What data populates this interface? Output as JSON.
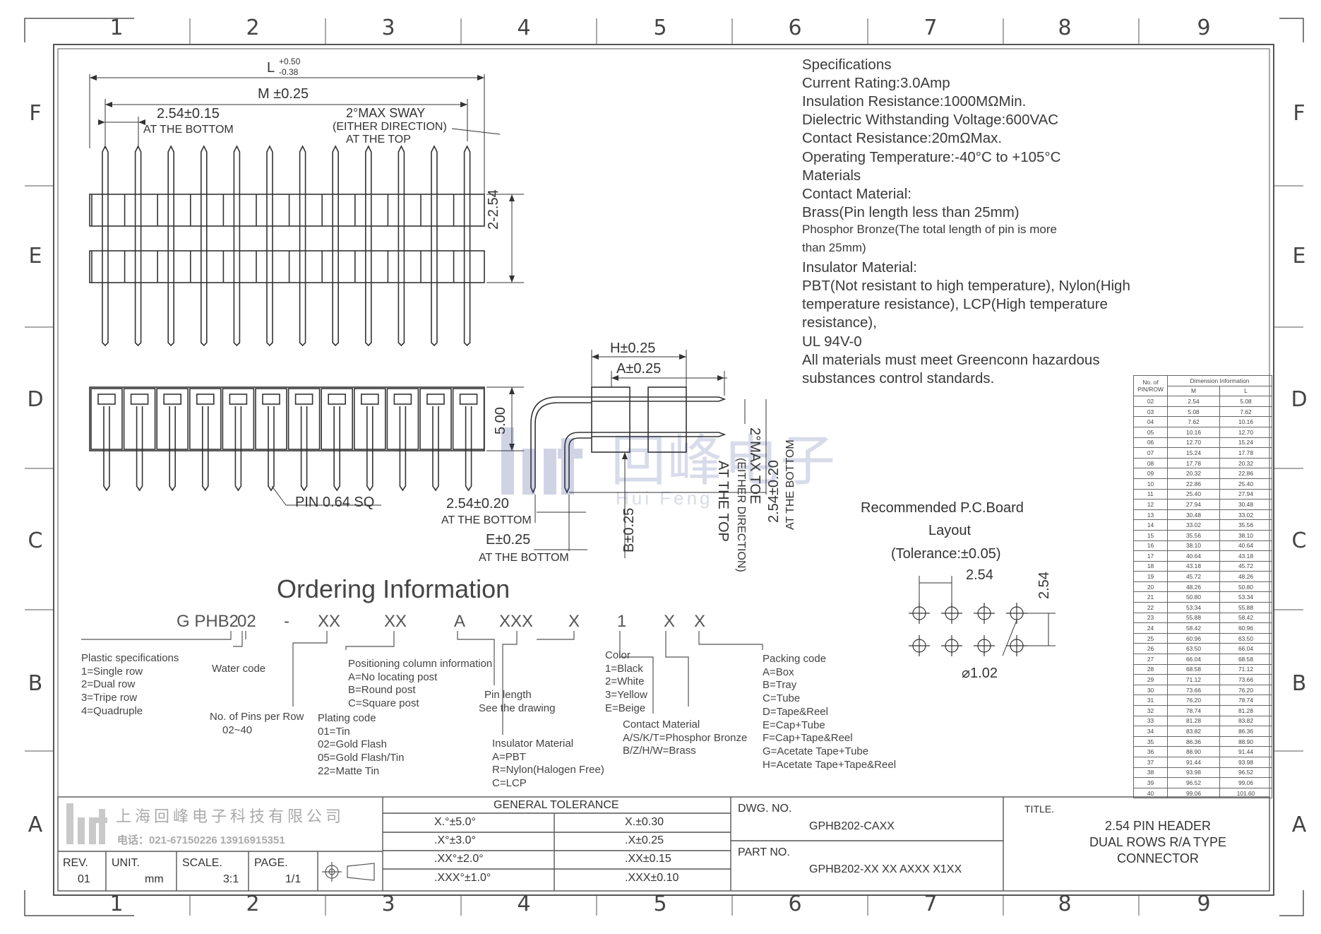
{
  "zones": {
    "columns": [
      "1",
      "2",
      "3",
      "4",
      "5",
      "6",
      "7",
      "8",
      "9"
    ],
    "rows": [
      "F",
      "E",
      "D",
      "C",
      "B",
      "A"
    ]
  },
  "specifications": [
    "Specifications",
    "Current Rating:3.0Amp",
    "Insulation Resistance:1000MΩMin.",
    "Dielectric Withstanding Voltage:600VAC",
    "Contact Resistance:20mΩMax.",
    "Operating Temperature:-40°C to +105°C",
    "Materials",
    "Contact Material:",
    "Brass(Pin length less than 25mm)",
    "Phosphor Bronze(The total length of pin is more",
    "than 25mm)",
    "Insulator Material:",
    "PBT(Not resistant to high temperature),  Nylon(High",
    "temperature resistance), LCP(High temperature",
    "resistance),",
    "UL 94V-0",
    "All materials must meet Greenconn hazardous",
    "substances control standards."
  ],
  "top_view": {
    "L_label": "L",
    "L_tol_plus": "+0.50",
    "L_tol_minus": "-0.38",
    "M_label": "M ±0.25",
    "pitch_label": "2.54±0.15",
    "pitch_note": "AT THE BOTTOM",
    "sway_1": "2°MAX SWAY",
    "sway_2": "(EITHER DIRECTION)",
    "sway_3": "AT THE TOP",
    "row_pitch": "2-2.54"
  },
  "front_view": {
    "height_label": "5.00",
    "pin_label": "PIN 0.64 SQ"
  },
  "side_view": {
    "H_label": "H±0.25",
    "A_label": "A±0.25",
    "pitch_label": "2.54±0.20",
    "pitch_note": "AT THE BOTTOM",
    "E_label": "E±0.25",
    "E_note": "AT THE BOTTOM",
    "B_label": "B±0.25",
    "toe_1": "2°MAX TOE",
    "toe_2": "(EITHER DIRECTION)",
    "toe_3": "AT THE TOP",
    "vpitch_label": "2.54±0.20",
    "vpitch_note": "AT THE BOTTOM"
  },
  "watermark": {
    "cn": "回峰电子",
    "en": "Hui Feng"
  },
  "pcb": {
    "title_1": "Recommended P.C.Board",
    "title_2": "Layout",
    "title_3": "(Tolerance:±0.05)",
    "pitch_h": "2.54",
    "pitch_v": "2.54",
    "hole": "⌀1.02"
  },
  "dim_table": {
    "col1": "No. of PIN/ROW",
    "group": "Dimension Information",
    "colM": "M",
    "colL": "L",
    "rows": [
      [
        "02",
        "2.54",
        "5.08"
      ],
      [
        "03",
        "5.08",
        "7.62"
      ],
      [
        "04",
        "7.62",
        "10.16"
      ],
      [
        "05",
        "10.16",
        "12.70"
      ],
      [
        "06",
        "12.70",
        "15.24"
      ],
      [
        "07",
        "15.24",
        "17.78"
      ],
      [
        "08",
        "17.78",
        "20.32"
      ],
      [
        "09",
        "20.32",
        "22.86"
      ],
      [
        "10",
        "22.86",
        "25.40"
      ],
      [
        "11",
        "25.40",
        "27.94"
      ],
      [
        "12",
        "27.94",
        "30.48"
      ],
      [
        "13",
        "30.48",
        "33.02"
      ],
      [
        "14",
        "33.02",
        "35.56"
      ],
      [
        "15",
        "35.56",
        "38.10"
      ],
      [
        "16",
        "38.10",
        "40.64"
      ],
      [
        "17",
        "40.64",
        "43.18"
      ],
      [
        "18",
        "43.18",
        "45.72"
      ],
      [
        "19",
        "45.72",
        "48.26"
      ],
      [
        "20",
        "48.26",
        "50.80"
      ],
      [
        "21",
        "50.80",
        "53.34"
      ],
      [
        "22",
        "53.34",
        "55.88"
      ],
      [
        "23",
        "55.88",
        "58.42"
      ],
      [
        "24",
        "58.42",
        "60.96"
      ],
      [
        "25",
        "60.96",
        "63.50"
      ],
      [
        "26",
        "63.50",
        "66.04"
      ],
      [
        "27",
        "66.04",
        "68.58"
      ],
      [
        "28",
        "68.58",
        "71.12"
      ],
      [
        "29",
        "71.12",
        "73.66"
      ],
      [
        "30",
        "73.66",
        "76.20"
      ],
      [
        "31",
        "76.20",
        "78.74"
      ],
      [
        "32",
        "78.74",
        "81.28"
      ],
      [
        "33",
        "81.28",
        "83.82"
      ],
      [
        "34",
        "83.82",
        "86.36"
      ],
      [
        "35",
        "86.36",
        "88.90"
      ],
      [
        "36",
        "88.90",
        "91.44"
      ],
      [
        "37",
        "91.44",
        "93.98"
      ],
      [
        "38",
        "93.98",
        "96.52"
      ],
      [
        "39",
        "96.52",
        "99.06"
      ],
      [
        "40",
        "99.06",
        "101.60"
      ]
    ]
  },
  "ordering": {
    "title": "Ordering Information",
    "code_prefix": "G PHB2",
    "code_rows": "02",
    "dash": "-",
    "codes": [
      "XX",
      "XX",
      "A",
      "XXX",
      "X",
      "1",
      "X",
      "X"
    ],
    "plastic": [
      "Plastic specifications",
      "1=Single row",
      "2=Dual row",
      "3=Tripe row",
      "4=Quadruple"
    ],
    "water": [
      "Water code"
    ],
    "pins_per_row": [
      "No. of Pins per Row",
      "02~40"
    ],
    "plating": [
      "Plating code",
      "01=Tin",
      "02=Gold Flash",
      "05=Gold Flash/Tin",
      "22=Matte Tin"
    ],
    "positioning": [
      "Positioning column information",
      "A=No locating post",
      "B=Round post",
      "C=Square post"
    ],
    "pin_length": [
      "Pin length",
      "See the drawing"
    ],
    "insulator": [
      "Insulator Material",
      "A=PBT",
      "R=Nylon(Halogen Free)",
      "C=LCP"
    ],
    "color": [
      "Color",
      "1=Black",
      "2=White",
      "3=Yellow",
      "E=Beige"
    ],
    "contact": [
      "Contact Material",
      "A/S/K/T=Phosphor Bronze",
      "B/Z/H/W=Brass"
    ],
    "packing": [
      "Packing code",
      "A=Box",
      "B=Tray",
      "C=Tube",
      "D=Tape&Reel",
      "E=Cap+Tube",
      "F=Cap+Tape&Reel",
      "G=Acetate Tape+Tube",
      "H=Acetate Tape+Tape&Reel"
    ]
  },
  "title_block": {
    "company": "上海回峰电子科技有限公司",
    "phone": "电话：021-67150226  13916915351",
    "rev_label": "REV.",
    "rev": "01",
    "unit_label": "UNIT.",
    "unit": "mm",
    "scale_label": "SCALE.",
    "scale": "3:1",
    "page_label": "PAGE.",
    "page": "1/1",
    "tolerance_title": "GENERAL TOLERANCE",
    "tolerances": [
      [
        "X.°±5.0°",
        "X.±0.30"
      ],
      [
        ".X°±3.0°",
        ".X±0.25"
      ],
      [
        ".XX°±2.0°",
        ".XX±0.15"
      ],
      [
        ".XXX°±1.0°",
        ".XXX±0.10"
      ]
    ],
    "dwg_label": "DWG. NO.",
    "dwg_no": "GPHB202-CAXX",
    "part_label": "PART NO.",
    "part_no": "GPHB202-XX XX AXXX X1XX",
    "title_label": "TITLE.",
    "title_lines": [
      "2.54 PIN HEADER",
      "DUAL ROWS R/A TYPE",
      "CONNECTOR"
    ]
  }
}
